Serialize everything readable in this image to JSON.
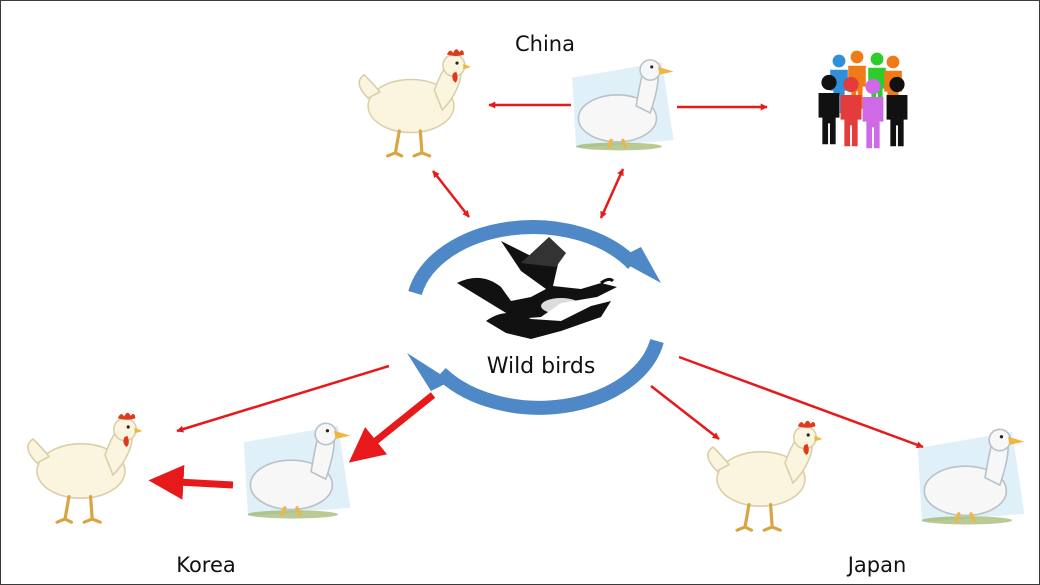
{
  "labels": {
    "china": "China",
    "korea": "Korea",
    "japan": "Japan",
    "wild_birds": "Wild birds"
  },
  "colors": {
    "arrow": "#e8191a",
    "cycle_arrow": "#4f88c6",
    "chicken_body": "#fbf5df",
    "duck_body": "#f7f7f7",
    "comb": "#e03a1e",
    "beak": "#f2b53d",
    "duck_bg": "#d8ecf7"
  },
  "icons": {
    "chicken": "chicken-icon",
    "duck": "duck-icon",
    "people": "people-group-icon",
    "geese": "flying-geese-icon"
  }
}
